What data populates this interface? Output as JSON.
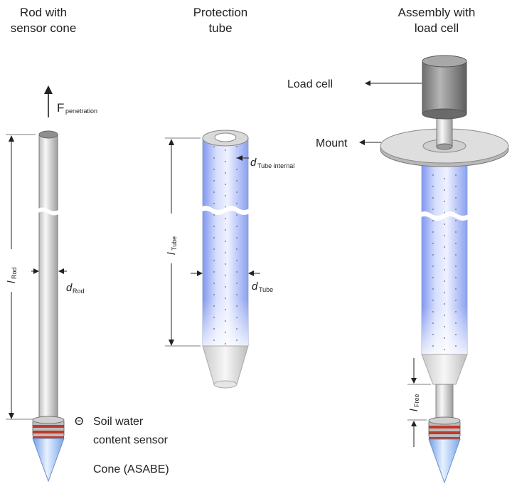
{
  "columns": {
    "rod": {
      "title_line1": "Rod with",
      "title_line2": "sensor cone"
    },
    "tube": {
      "title_line1": "Protection",
      "title_line2": "tube"
    },
    "assembly": {
      "title_line1": "Assembly with",
      "title_line2": "load cell"
    }
  },
  "labels": {
    "force_symbol": "F",
    "force_sub": "penetration",
    "l_rod_symbol": "l",
    "l_rod_sub": "Rod",
    "d_rod_symbol": "d",
    "d_rod_sub": "Rod",
    "l_tube_symbol": "l",
    "l_tube_sub": "Tube",
    "d_tube_int_symbol": "d",
    "d_tube_int_sub": "Tube internal",
    "d_tube_symbol": "d",
    "d_tube_sub": "Tube",
    "l_free_symbol": "l",
    "l_free_sub": "Free",
    "soil_sensor_line1": "Soil water",
    "soil_sensor_line2": "content sensor",
    "soil_sensor_marker": "Θ",
    "cone": "Cone (ASABE)",
    "load_cell": "Load cell",
    "mount": "Mount"
  },
  "colors": {
    "rod_light": "#f4f4f4",
    "rod_dark": "#a9a9a9",
    "tube_blue": "#8ea3f0",
    "tube_light": "#eef1ff",
    "ring_red": "#c0392b",
    "cone_blue": "#9fc3f3",
    "loadcell_dark": "#7a7a7a"
  }
}
